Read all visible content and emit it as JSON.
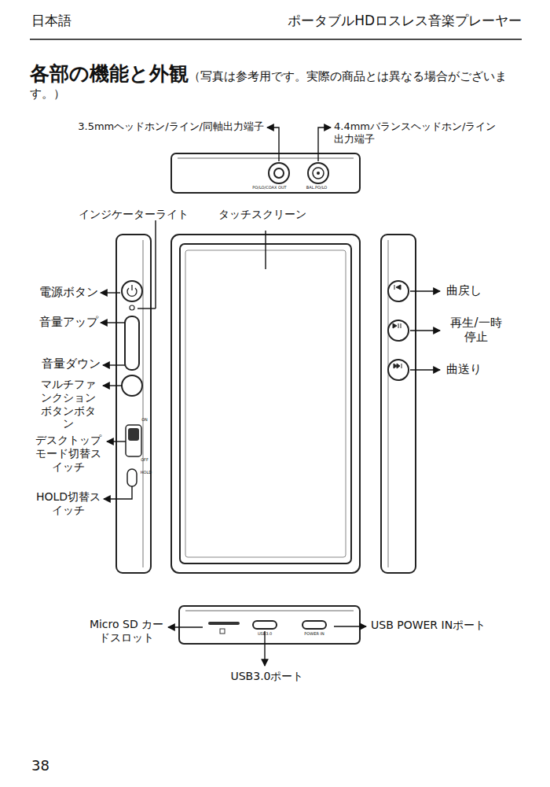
{
  "diagram": {
    "title": "各部の機能と外観",
    "labels": [
      "日本語",
      "ポータブルHDロスレス音楽プレーヤー",
      "（写真は参考用です。実際の商品とは異なる場合がございます。）",
      "3.5mmヘッドホン/ライン/同軸出力端子",
      "4.4mmバランスヘッドホン/ライン出力端子",
      "PO/LO/COAX OUT",
      "BAL.PO/LO",
      "インジケーターライト",
      "タッチスクリーン",
      "電源ボタン",
      "音量アップ",
      "音量ダウン",
      "マルチファンクションボタンボタン",
      "デスクトップモード切替スイッチ",
      "HOLD切替スイッチ",
      "曲戻し",
      "再生/一時停止",
      "曲送り",
      "Micro SD カードスロット",
      "USB3.0ポート",
      "USB POWER INポート",
      "USB3.0",
      "POWER IN",
      "ON",
      "OFF",
      "HOLD",
      "38"
    ]
  }
}
